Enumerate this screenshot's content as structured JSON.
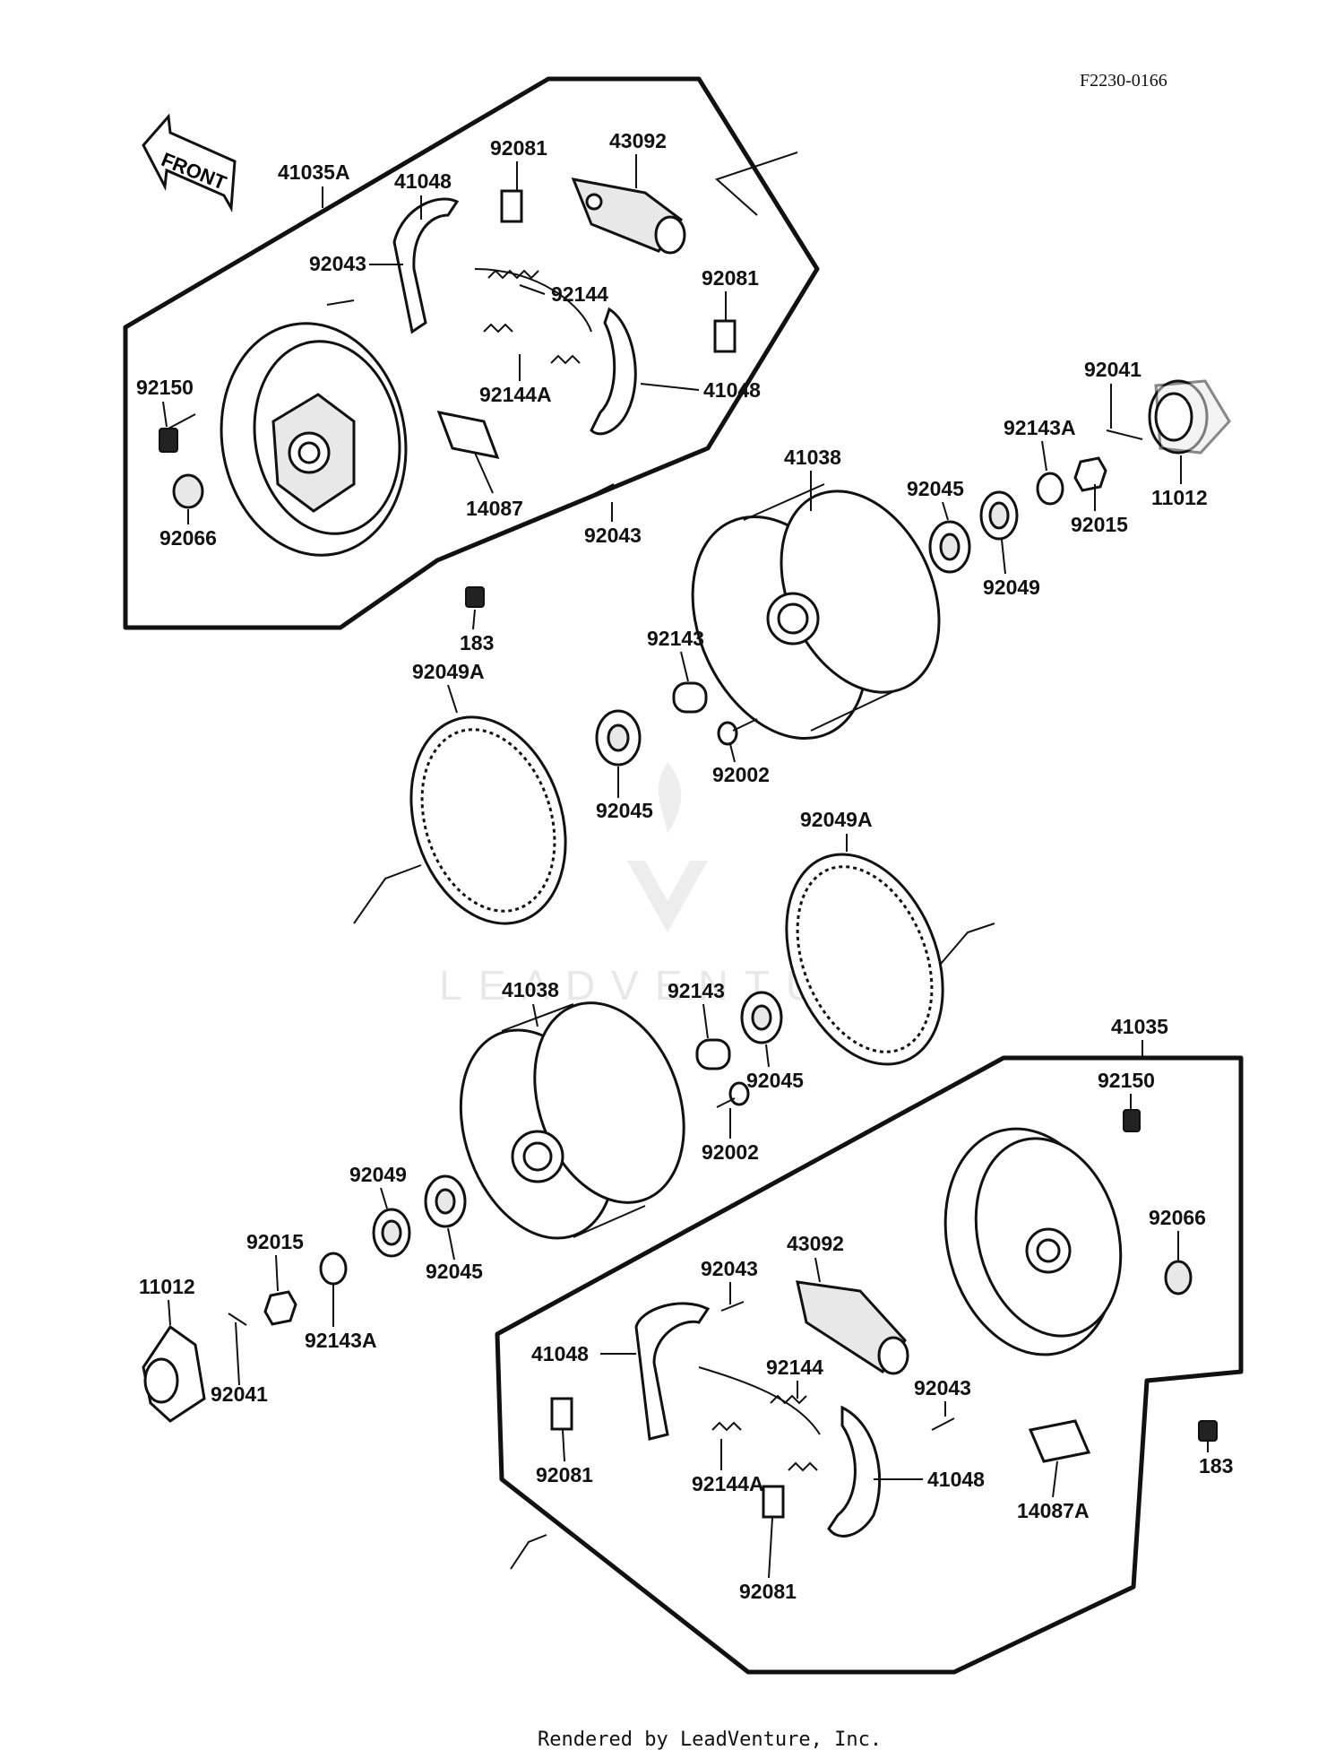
{
  "figure_code": "F2230-0166",
  "front_label": "FRONT",
  "watermark": "LEADVENTURE",
  "footer": "Rendered by LeadVenture, Inc.",
  "labels": {
    "p41035A": "41035A",
    "p41048_a": "41048",
    "p92081_a": "92081",
    "p43092_a": "43092",
    "p92043_a": "92043",
    "p92144_a": "92144",
    "p92081_b": "92081",
    "p92150_a": "92150",
    "p92144A_a": "92144A",
    "p41048_b": "41048",
    "p92066_a": "92066",
    "p14087": "14087",
    "p92043_b": "92043",
    "p183_a": "183",
    "p92041_a": "92041",
    "p92143A_a": "92143A",
    "p11012_a": "11012",
    "p92015_a": "92015",
    "p41038_a": "41038",
    "p92045_a": "92045",
    "p92049_a": "92049",
    "p92143_a": "92143",
    "p92049A_a": "92049A",
    "p92045_b": "92045",
    "p92002_a": "92002",
    "p92049A_b": "92049A",
    "p41038_b": "41038",
    "p92143_b": "92143",
    "p92045_c": "92045",
    "p41035": "41035",
    "p92150_b": "92150",
    "p92002_b": "92002",
    "p92049_b": "92049",
    "p92066_b": "92066",
    "p92015_b": "92015",
    "p92045_d": "92045",
    "p43092_b": "43092",
    "p11012_b": "11012",
    "p92043_c": "92043",
    "p92143A_b": "92143A",
    "p41048_c": "41048",
    "p92144_b": "92144",
    "p92041_b": "92041",
    "p92043_d": "92043",
    "p92081_c": "92081",
    "p92144A_b": "92144A",
    "p41048_d": "41048",
    "p183_b": "183",
    "p14087A": "14087A",
    "p92081_d": "92081"
  }
}
